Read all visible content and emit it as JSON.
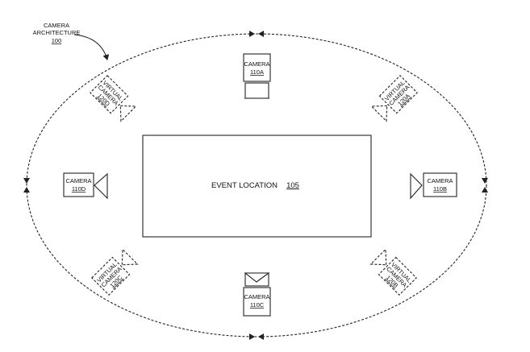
{
  "title": {
    "line1": "CAMERA",
    "line2": "ARCHITECTURE",
    "ref": "100"
  },
  "event": {
    "label": "EVENT LOCATION",
    "ref": "105"
  },
  "cameras": [
    {
      "id": "a",
      "label": "CAMERA",
      "ref": "110A"
    },
    {
      "id": "b",
      "label": "CAMERA",
      "ref": "110B"
    },
    {
      "id": "c",
      "label": "CAMERA",
      "ref": "110C"
    },
    {
      "id": "d",
      "label": "CAMERA",
      "ref": "110D"
    }
  ],
  "virtual_cameras": [
    {
      "id": "a",
      "line1": "VIRTUAL",
      "line2": "CAMERA",
      "ref": "120A"
    },
    {
      "id": "b",
      "line1": "VIRTUAL",
      "line2": "CAMERA",
      "ref": "120B"
    },
    {
      "id": "c",
      "line1": "VIRTUAL",
      "line2": "CAMERA",
      "ref": "120C"
    },
    {
      "id": "d",
      "line1": "VIRTUAL",
      "line2": "CAMERA",
      "ref": "120D"
    }
  ]
}
